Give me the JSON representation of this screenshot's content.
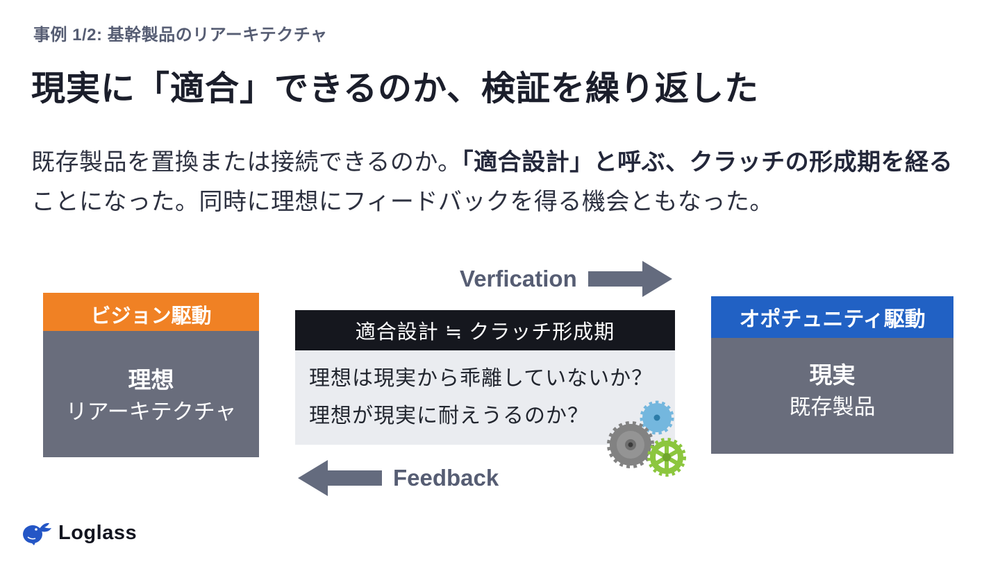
{
  "slide": {
    "eyebrow": "事例 1/2: 基幹製品のリアーキテクチャ",
    "title": "現実に「適合」できるのか、検証を繰り返した",
    "intro": {
      "normal1": "既存製品を置換または接続できるのか。",
      "bold1": "「適合設計」と呼ぶ、クラッチの形成期を経る",
      "normal2": "ことになった。同時に理想にフィードバックを得る機会ともなった。"
    }
  },
  "diagram": {
    "verification_label": "Verfication",
    "feedback_label": "Feedback",
    "left_box": {
      "header": "ビジョン駆動",
      "line1": "理想",
      "line2": "リアーキテクチャ"
    },
    "center_box": {
      "header": "適合設計 ≒ クラッチ形成期",
      "question1": "理想は現実から乖離していないか？",
      "question2": "理想が現実に耐えうるのか？"
    },
    "right_box": {
      "header": "オポチュニティ駆動",
      "line1": "現実",
      "line2": "既存製品"
    }
  },
  "footer": {
    "logo_text": "Loglass"
  },
  "colors": {
    "accent_orange": "#f08124",
    "accent_blue": "#2161c4",
    "box_gray": "#696d7c",
    "dark_header": "#15171e",
    "panel_light": "#eaecf0",
    "arrow_gray": "#646b7e",
    "label_gray": "#565d73",
    "title_dark": "#1b1e2b",
    "gear_blue": "#74b7de",
    "gear_gray": "#828282",
    "gear_green": "#8cc63e"
  }
}
